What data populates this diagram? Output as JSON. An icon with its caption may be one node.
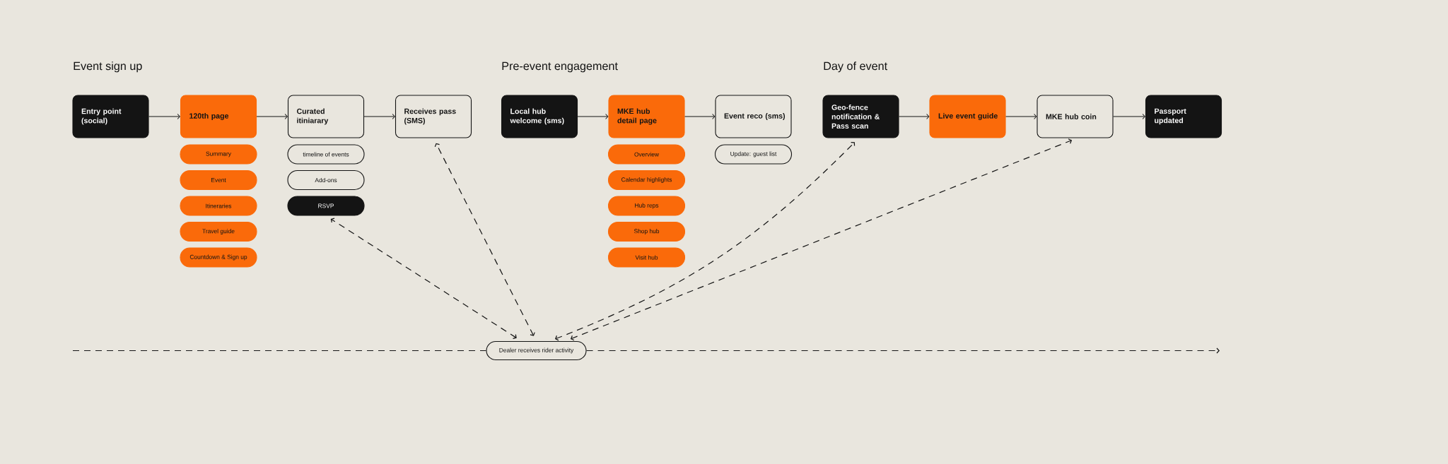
{
  "diagram": {
    "nodes": [
      {
        "text": [
          "Entry point (social)"
        ]
      },
      {
        "text": [
          "120th page"
        ]
      },
      {
        "text": [
          "Summary"
        ]
      },
      {
        "text": [
          "Event"
        ]
      },
      {
        "text": [
          "Itineraries"
        ]
      },
      {
        "text": [
          "Travel guide"
        ]
      },
      {
        "text": [
          "Countdown & Sign up"
        ]
      },
      {
        "text": [
          "Curated itiniarary"
        ]
      },
      {
        "text": [
          "timeline of events"
        ]
      },
      {
        "text": [
          "Add-ons"
        ]
      },
      {
        "text": [
          "RSVP"
        ]
      },
      {
        "text": [
          "Receives pass (SMS)"
        ]
      },
      {
        "text": [
          "Local hub welcome (sms)"
        ]
      },
      {
        "text": [
          "MKE hub detail page"
        ]
      },
      {
        "text": [
          "Overview"
        ]
      },
      {
        "text": [
          "Calendar highlights"
        ]
      },
      {
        "text": [
          "Hub reps"
        ]
      },
      {
        "text": [
          "Shop hub"
        ]
      },
      {
        "text": [
          "Visit hub"
        ]
      },
      {
        "text": [
          "Event reco (sms)"
        ]
      },
      {
        "text": [
          "Update: guest list"
        ]
      },
      {
        "text": [
          "Geo-fence notification & Pass scan"
        ]
      },
      {
        "text": [
          "Live event guide"
        ]
      },
      {
        "text": [
          "MKE hub coin"
        ]
      },
      {
        "text": [
          "Passport updated"
        ]
      },
      {
        "text": [
          "Dealer receives rider activity"
        ]
      }
    ],
    "edges": [
      {
        "from": 0,
        "to": 1,
        "arrow": "to"
      },
      {
        "from": 1,
        "to": 7,
        "arrow": "to"
      },
      {
        "from": 7,
        "to": 11,
        "arrow": "to"
      },
      {
        "from": 12,
        "to": 13,
        "arrow": "to"
      },
      {
        "from": 13,
        "to": 19,
        "arrow": "to"
      },
      {
        "from": 21,
        "to": 22,
        "arrow": "to"
      },
      {
        "from": 22,
        "to": 23,
        "arrow": "to"
      },
      {
        "from": 23,
        "to": 24,
        "arrow": "to"
      },
      {
        "from": 25,
        "to": 10,
        "arrow": "both",
        "style": "dashed"
      },
      {
        "from": 25,
        "to": 11,
        "arrow": "both",
        "style": "dashed"
      },
      {
        "from": 25,
        "to": 21,
        "arrow": "both",
        "style": "dashed"
      },
      {
        "from": 25,
        "to": 23,
        "arrow": "both",
        "style": "dashed"
      },
      {
        "from": null,
        "to": 25,
        "arrow": "none",
        "style": "dashed"
      },
      {
        "from": 25,
        "to": null,
        "arrow": "to",
        "style": "dashed"
      }
    ],
    "labels": [
      "Event sign up",
      "Pre-event engagement",
      "Day of event"
    ]
  }
}
